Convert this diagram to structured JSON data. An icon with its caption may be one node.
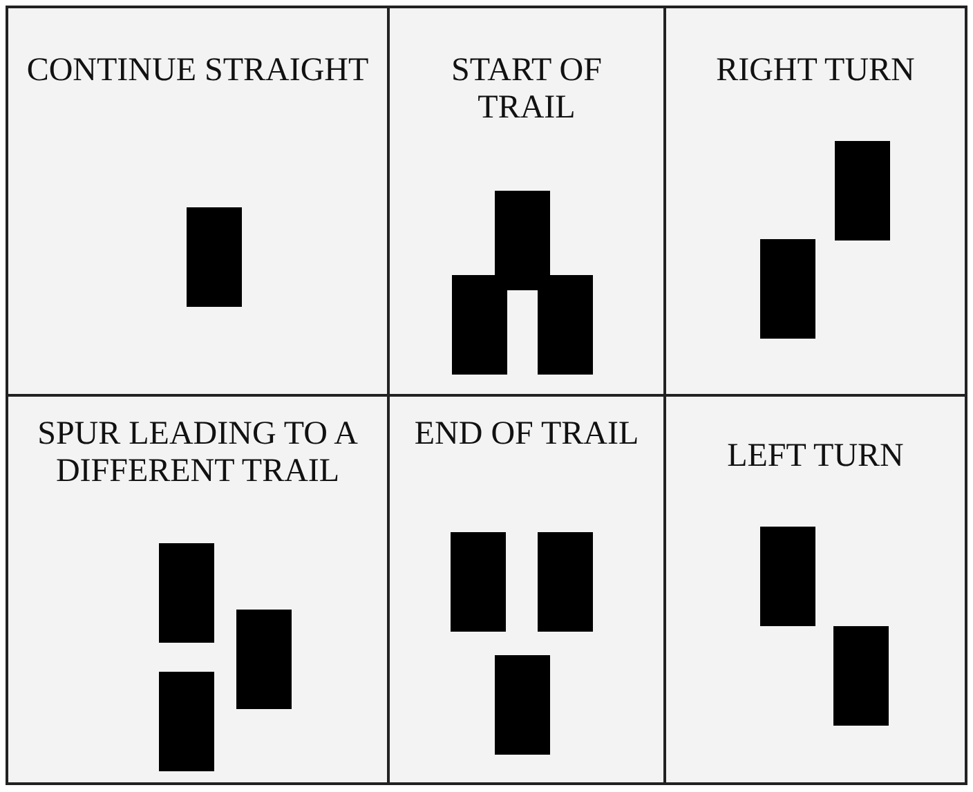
{
  "diagram": {
    "nodes": [
      {
        "text": [
          "CONTINUE STRAIGHT"
        ]
      },
      {
        "text": [
          "START OF TRAIL"
        ]
      },
      {
        "text": [
          "RIGHT TURN"
        ]
      },
      {
        "text": [
          "SPUR LEADING TO A DIFFERENT TRAIL"
        ]
      },
      {
        "text": [
          "END OF TRAIL"
        ]
      },
      {
        "text": [
          "LEFT TURN"
        ]
      }
    ]
  }
}
